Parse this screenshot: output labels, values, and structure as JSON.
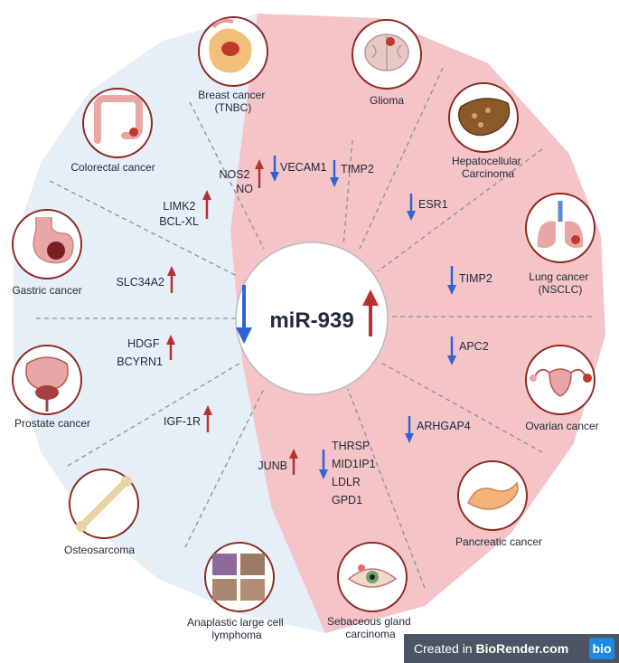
{
  "center": {
    "label": "miR-939"
  },
  "colors": {
    "down_half": "#e6eef8",
    "up_half": "#f4c4c6",
    "up_arrow": "#b5322f",
    "down_arrow": "#2f64d6",
    "circle_outline": "#8c2a22"
  },
  "down_regulated": {
    "cancers": [
      {
        "id": "breast",
        "label_lines": [
          "Breast cancer",
          "(TNBC)"
        ],
        "icon": "breast-icon"
      },
      {
        "id": "colorectal",
        "label_lines": [
          "Colorectal cancer"
        ],
        "icon": "colon-icon"
      },
      {
        "id": "gastric",
        "label_lines": [
          "Gastric cancer"
        ],
        "icon": "stomach-icon"
      },
      {
        "id": "prostate",
        "label_lines": [
          "Prostate cancer"
        ],
        "icon": "prostate-icon"
      },
      {
        "id": "osteosarcoma",
        "label_lines": [
          "Osteosarcoma"
        ],
        "icon": "bone-icon"
      },
      {
        "id": "alcl",
        "label_lines": [
          "Anaplastic large cell",
          "lymphoma"
        ],
        "icon": "histology-icon"
      }
    ],
    "targets": [
      {
        "genes": [
          "NOS2",
          "NO"
        ],
        "direction": "up"
      },
      {
        "genes": [
          "LIMK2",
          "BCL-XL"
        ],
        "direction": "up"
      },
      {
        "genes": [
          "SLC34A2"
        ],
        "direction": "up"
      },
      {
        "genes": [
          "HDGF",
          "BCYRN1"
        ],
        "direction": "up"
      },
      {
        "genes": [
          "IGF-1R"
        ],
        "direction": "up"
      },
      {
        "genes": [
          "JUNB"
        ],
        "direction": "up"
      }
    ]
  },
  "up_regulated": {
    "cancers": [
      {
        "id": "glioma",
        "label_lines": [
          "Glioma"
        ],
        "icon": "brain-icon"
      },
      {
        "id": "hcc",
        "label_lines": [
          "Hepatocellular",
          "Carcinoma"
        ],
        "icon": "liver-icon"
      },
      {
        "id": "lung",
        "label_lines": [
          "Lung cancer",
          "(NSCLC)"
        ],
        "icon": "lungs-icon"
      },
      {
        "id": "ovarian",
        "label_lines": [
          "Ovarian cancer"
        ],
        "icon": "uterus-icon"
      },
      {
        "id": "pancreatic",
        "label_lines": [
          "Pancreatic cancer"
        ],
        "icon": "pancreas-icon"
      },
      {
        "id": "sebaceous",
        "label_lines": [
          "Sebaceous gland",
          "carcinoma"
        ],
        "icon": "eye-icon"
      }
    ],
    "targets": [
      {
        "genes": [
          "VECAM1"
        ],
        "direction": "down"
      },
      {
        "genes": [
          "TIMP2"
        ],
        "direction": "down"
      },
      {
        "genes": [
          "ESR1"
        ],
        "direction": "down"
      },
      {
        "genes": [
          "TIMP2"
        ],
        "direction": "down"
      },
      {
        "genes": [
          "APC2"
        ],
        "direction": "down"
      },
      {
        "genes": [
          "ARHGAP4"
        ],
        "direction": "down"
      },
      {
        "genes": [
          "THRSP",
          "MID1IP1",
          "LDLR",
          "GPD1"
        ],
        "direction": "down"
      }
    ]
  },
  "badge": {
    "prefix": "Created in ",
    "brand": "BioRender.com",
    "logo": "bio"
  }
}
